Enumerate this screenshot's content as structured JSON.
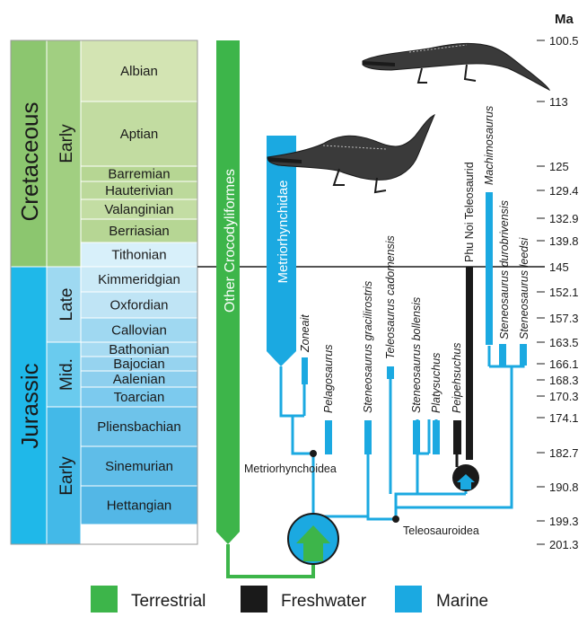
{
  "unit_label": "Ma",
  "eras": {
    "period_cretaceous": "Cretaceous",
    "period_jurassic": "Jurassic",
    "epoch_cret_early": "Early",
    "epoch_jur_late": "Late",
    "epoch_jur_mid": "Mid.",
    "epoch_jur_early": "Early"
  },
  "stages": [
    {
      "name": "Albian",
      "age_top": "100.5",
      "age_base": "113"
    },
    {
      "name": "Aptian",
      "age_top": "113",
      "age_base": "125"
    },
    {
      "name": "Barremian",
      "age_top": "125",
      "age_base": "129.4"
    },
    {
      "name": "Hauterivian",
      "age_top": "129.4",
      "age_base": "132.9"
    },
    {
      "name": "Valanginian",
      "age_top": "132.9",
      "age_base": "139.8"
    },
    {
      "name": "Berriasian",
      "age_top": "139.8",
      "age_base": "145"
    },
    {
      "name": "Tithonian",
      "age_top": "145",
      "age_base": "152.1"
    },
    {
      "name": "Kimmeridgian",
      "age_top": "152.1",
      "age_base": "157.3"
    },
    {
      "name": "Oxfordian",
      "age_top": "157.3",
      "age_base": "163.5"
    },
    {
      "name": "Callovian",
      "age_top": "163.5",
      "age_base": "166.1"
    },
    {
      "name": "Bathonian",
      "age_top": "166.1",
      "age_base": "168.3"
    },
    {
      "name": "Bajocian",
      "age_top": "168.3",
      "age_base": "170.3"
    },
    {
      "name": "Aalenian",
      "age_top": "170.3",
      "age_base": "174.1"
    },
    {
      "name": "Toarcian",
      "age_top": "174.1",
      "age_base": "182.7"
    },
    {
      "name": "Pliensbachian",
      "age_top": "182.7",
      "age_base": "190.8"
    },
    {
      "name": "Sinemurian",
      "age_top": "190.8",
      "age_base": "199.3"
    },
    {
      "name": "Hettangian",
      "age_top": "199.3",
      "age_base": "201.3"
    }
  ],
  "age_ticks": [
    "100.5",
    "113",
    "125",
    "129.4",
    "132.9",
    "139.8",
    "145",
    "152.1",
    "157.3",
    "163.5",
    "166.1",
    "168.3",
    "170.3",
    "174.1",
    "182.7",
    "190.8",
    "199.3",
    "201.3"
  ],
  "clades": {
    "other": "Other Crocodyliformes",
    "metriorhynchidae": "Metriorhynchidae",
    "metriorhynchoidea": "Metriorhynchoidea",
    "teleosauroidea": "Teleosauroidea"
  },
  "taxa": {
    "zoneait": "Zoneait",
    "pelagosaurus": "Pelagosaurus",
    "s_gracilirostris": "Steneosaurus gracilirostris",
    "t_cadomensis": "Teleosaurus cadomensis",
    "s_bollensis": "Steneosaurus bollensis",
    "platysuchus": "Platysuchus",
    "peipehsuchus": "Peipehsuchus",
    "phu_noi": "Phu Noi Teleosaurid",
    "machimosaurus": "Machimosaurus",
    "s_durobrivensis": "Steneosaurus durobrivensis",
    "s_leedsi": "Steneosaurus leedsi"
  },
  "legend": [
    {
      "label": "Terrestrial",
      "color": "#3db54a"
    },
    {
      "label": "Freshwater",
      "color": "#1a1a1a"
    },
    {
      "label": "Marine",
      "color": "#1ba9e1"
    }
  ],
  "colors": {
    "terrestrial": "#3db54a",
    "freshwater": "#1a1a1a",
    "marine": "#1ba9e1",
    "cretaceous": "#8cc66f",
    "cretaceous_early": "#a1cf81",
    "jurassic": "#1fb8e9",
    "jurassic_late": "#9ed9f1"
  }
}
